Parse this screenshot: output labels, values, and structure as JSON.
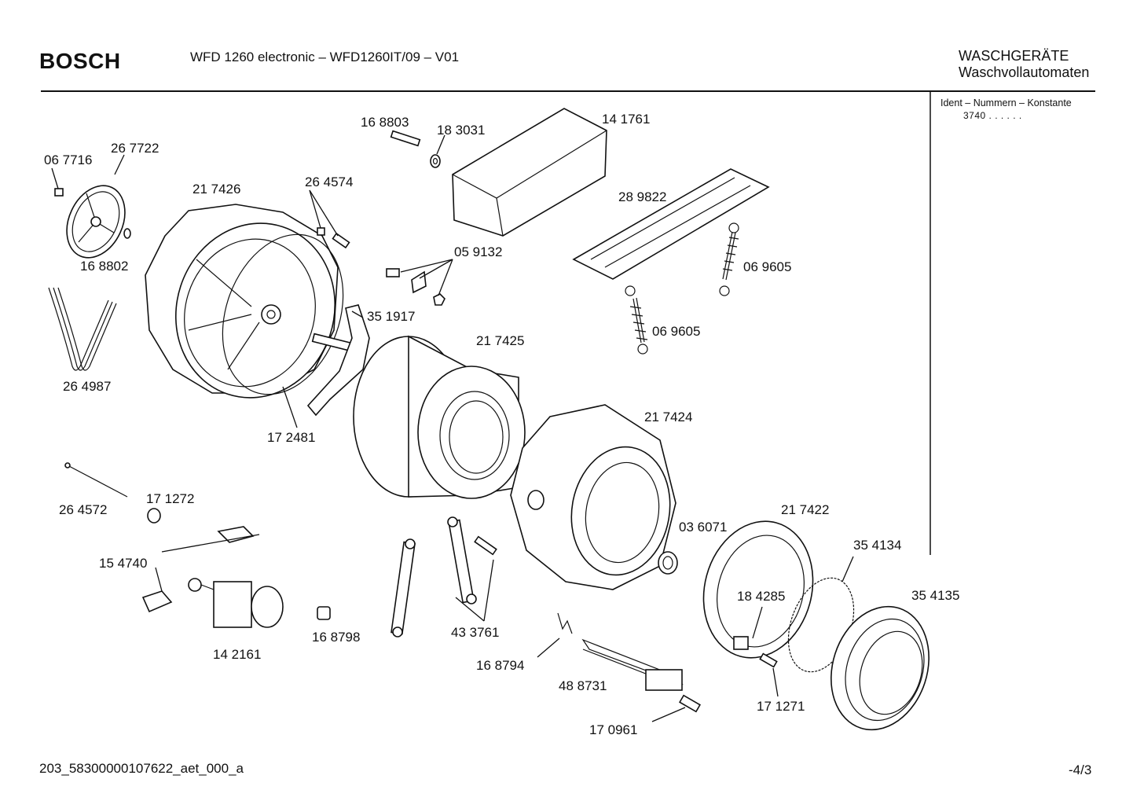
{
  "header": {
    "brand": "BOSCH",
    "model_line": "WFD 1260 electronic – WFD1260IT/09 – V01",
    "category_title": "WASCHGERÄTE",
    "category_subtitle": "Waschvollautomaten"
  },
  "sidebar": {
    "ident_heading": "Ident – Nummern – Konstante",
    "ident_value": "3740  .  .    .  .  .  ."
  },
  "footer": {
    "drawing_code": "203_58300000107622_aet_000_a",
    "page_number": "-4/3"
  },
  "parts": {
    "p0": "06 7716",
    "p1": "26 7722",
    "p2": "16 8802",
    "p3": "26 4987",
    "p4": "21 7426",
    "p5": "26 4574",
    "p6": "16 8803",
    "p7": "18 3031",
    "p8": "14 1761",
    "p9": "05 9132",
    "p10": "28 9822",
    "p11": "06 9605",
    "p12": "06 9605",
    "p13": "35 1917",
    "p14": "21 7425",
    "p15": "17 2481",
    "p16": "21 7424",
    "p17": "26 4572",
    "p18": "17 1272",
    "p19": "15 4740",
    "p20": "14 2161",
    "p21": "16 8798",
    "p22": "43 3761",
    "p23": "03 6071",
    "p24": "21 7422",
    "p25": "35 4134",
    "p26": "18 4285",
    "p27": "35 4135",
    "p28": "16 8794",
    "p29": "48 8731",
    "p30": "17 1271",
    "p31": "17 0961"
  }
}
